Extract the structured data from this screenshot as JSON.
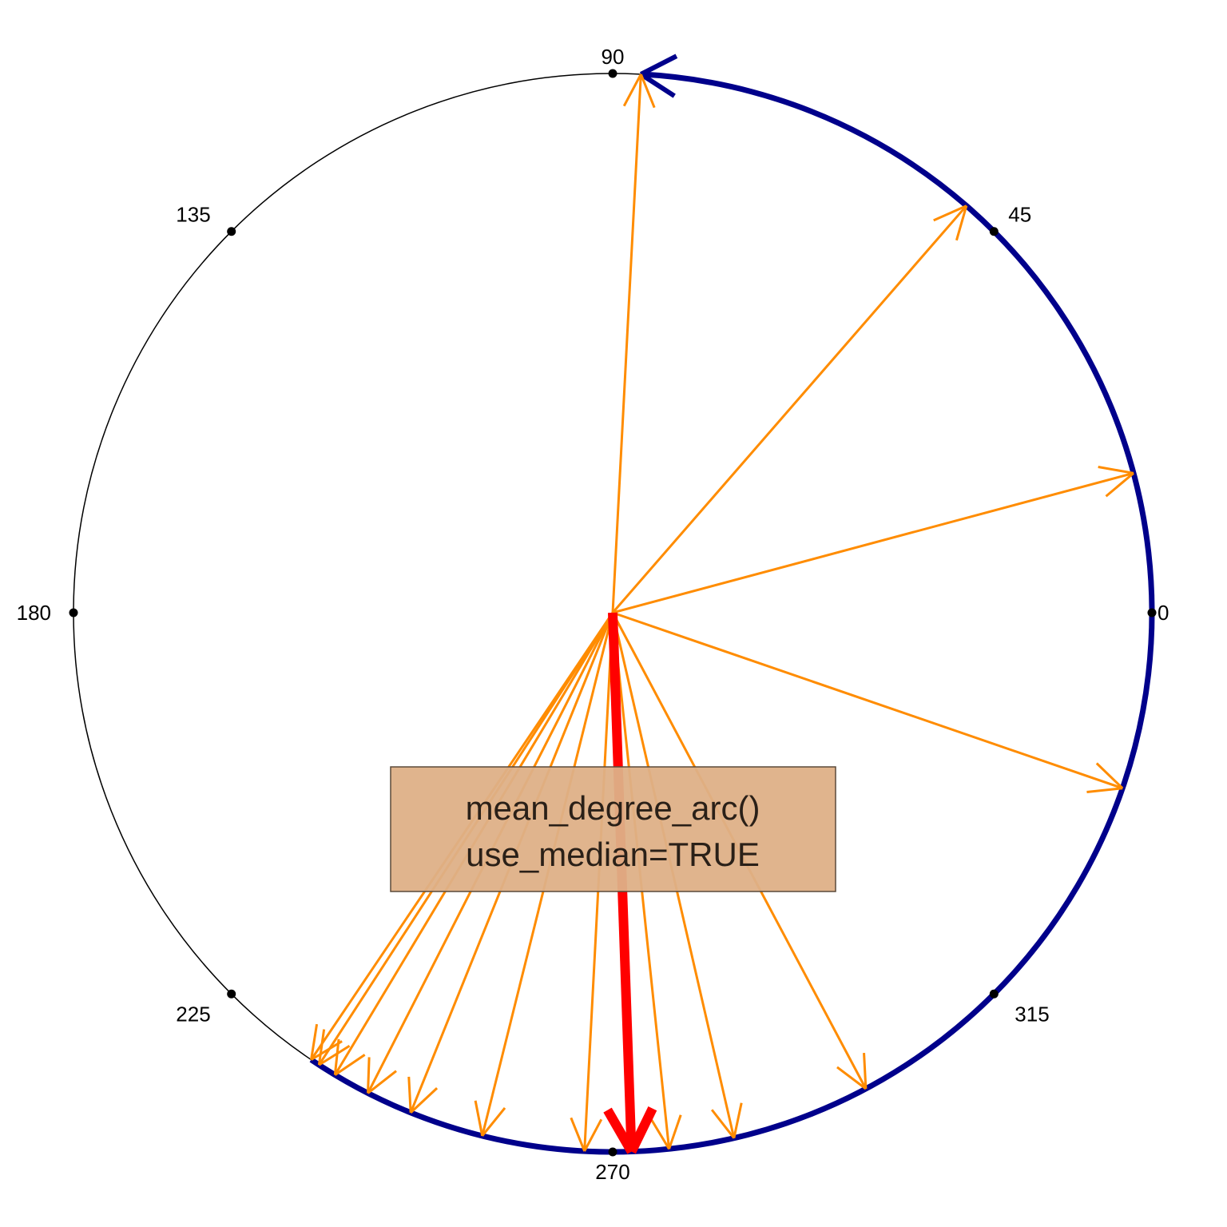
{
  "chart_data": {
    "type": "circular",
    "title": "",
    "tick_labels": [
      "0",
      "45",
      "90",
      "135",
      "180",
      "225",
      "270",
      "315"
    ],
    "tick_angles": [
      0,
      45,
      90,
      135,
      180,
      225,
      270,
      315
    ],
    "observations_deg": [
      87,
      49,
      15,
      341,
      298,
      283,
      276,
      267,
      256,
      248,
      243,
      239,
      237,
      236
    ],
    "median_deg": 272,
    "arc": {
      "from_deg": 236,
      "to_deg": 87,
      "direction": "counterclockwise"
    },
    "annotation": {
      "line1": "mean_degree_arc()",
      "line2": "use_median=TRUE"
    },
    "colors": {
      "circle": "#000000",
      "arc": "#00008b",
      "observations": "#ff8c00",
      "median": "#ff0000",
      "annotation_fill": "#deb087",
      "annotation_stroke": "#5a4a3a"
    }
  }
}
